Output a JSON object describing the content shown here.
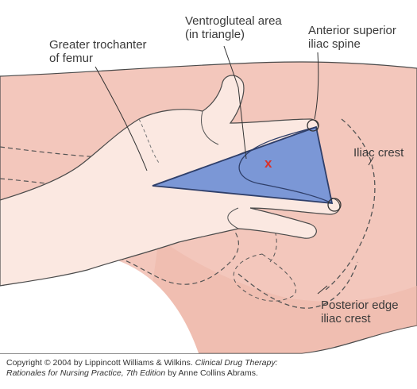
{
  "labels": {
    "greater_trochanter": [
      "Greater trochanter",
      "of femur"
    ],
    "ventrogluteal": [
      "Ventrogluteal area",
      "(in triangle)"
    ],
    "asis": [
      "Anterior superior",
      "iliac spine"
    ],
    "iliac_crest": "Iliac crest",
    "posterior_edge": [
      "Posterior edge",
      "iliac crest"
    ]
  },
  "injection_mark": "x",
  "credit": {
    "line1_plain": "Copyright © 2004 by Lippincott Williams & Wilkins. ",
    "line1_italic": "Clinical Drug Therapy:",
    "line2_italic": "Rationales for Nursing Practice, 7th Edition",
    "line2_plain": " by Anne Collins Abrams."
  },
  "colors": {
    "skin": "#f3c7bc",
    "skin_dark": "#e9ab9d",
    "hand": "#fbe8e1",
    "triangle": "#7b97d6",
    "outline": "#4a4a4a",
    "mark": "#d8322c"
  }
}
